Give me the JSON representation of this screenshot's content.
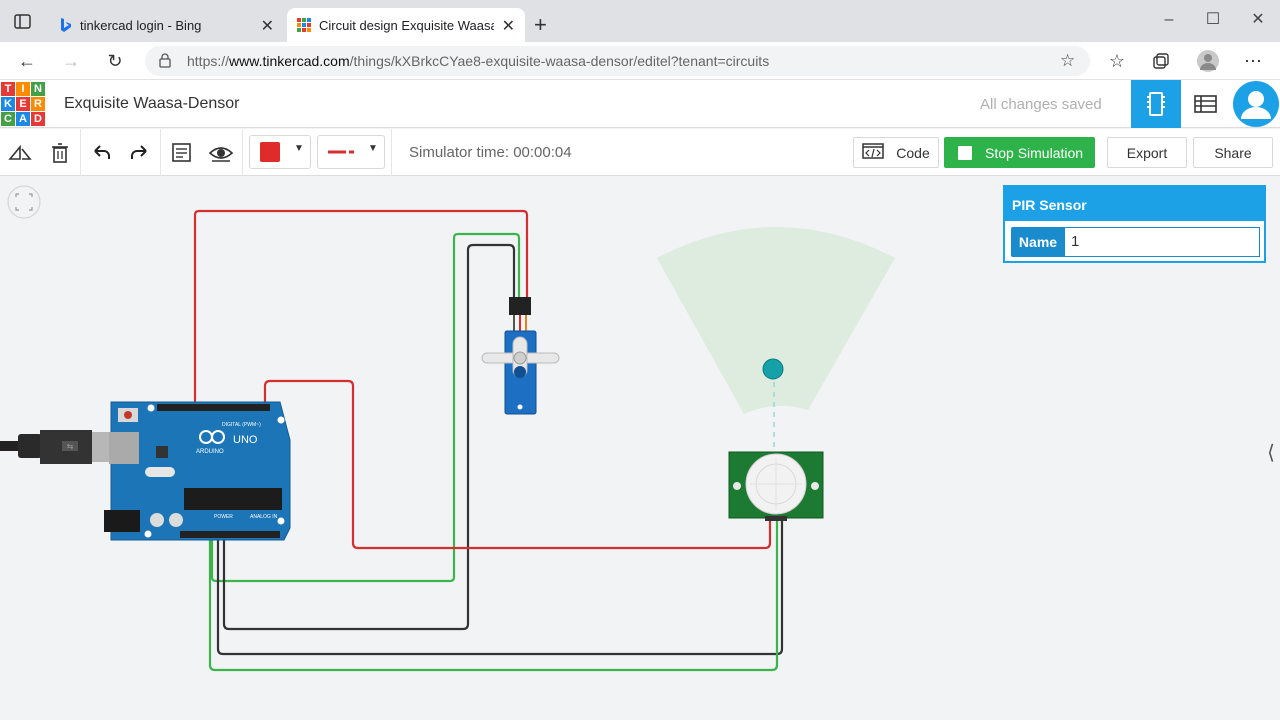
{
  "browser": {
    "tabs": [
      {
        "title": "tinkercad login - Bing",
        "active": false
      },
      {
        "title": "Circuit design Exquisite Waasa-D",
        "active": true
      }
    ],
    "url_prefix": "https://",
    "url_domain": "www.tinkercad.com",
    "url_path": "/things/kXBrkcCYae8-exquisite-waasa-densor/editel?tenant=circuits"
  },
  "app": {
    "logo_letters": [
      "T",
      "I",
      "N",
      "K",
      "E",
      "R",
      "C",
      "A",
      "D"
    ],
    "design_name": "Exquisite Waasa-Densor",
    "save_status": "All changes saved"
  },
  "toolbar": {
    "simulator_time": "Simulator time: 00:00:04",
    "code_label": "Code",
    "stop_label": "Stop Simulation",
    "export_label": "Export",
    "share_label": "Share",
    "wire_color": "#e02b2b"
  },
  "properties": {
    "header": "PIR Sensor",
    "name_label": "Name",
    "name_value": "1"
  },
  "components": {
    "arduino_text": "UNO",
    "arduino_brand": "ARDUINO",
    "arduino_digital": "DIGITAL (PWM~)",
    "arduino_power": "POWER",
    "arduino_analog": "ANALOG IN"
  },
  "colors": {
    "tinkercad_blue": "#1da1e6",
    "stop_green": "#2db34a",
    "wire_red": "#d32f2f",
    "wire_green": "#3cb44b",
    "wire_black": "#333333"
  }
}
